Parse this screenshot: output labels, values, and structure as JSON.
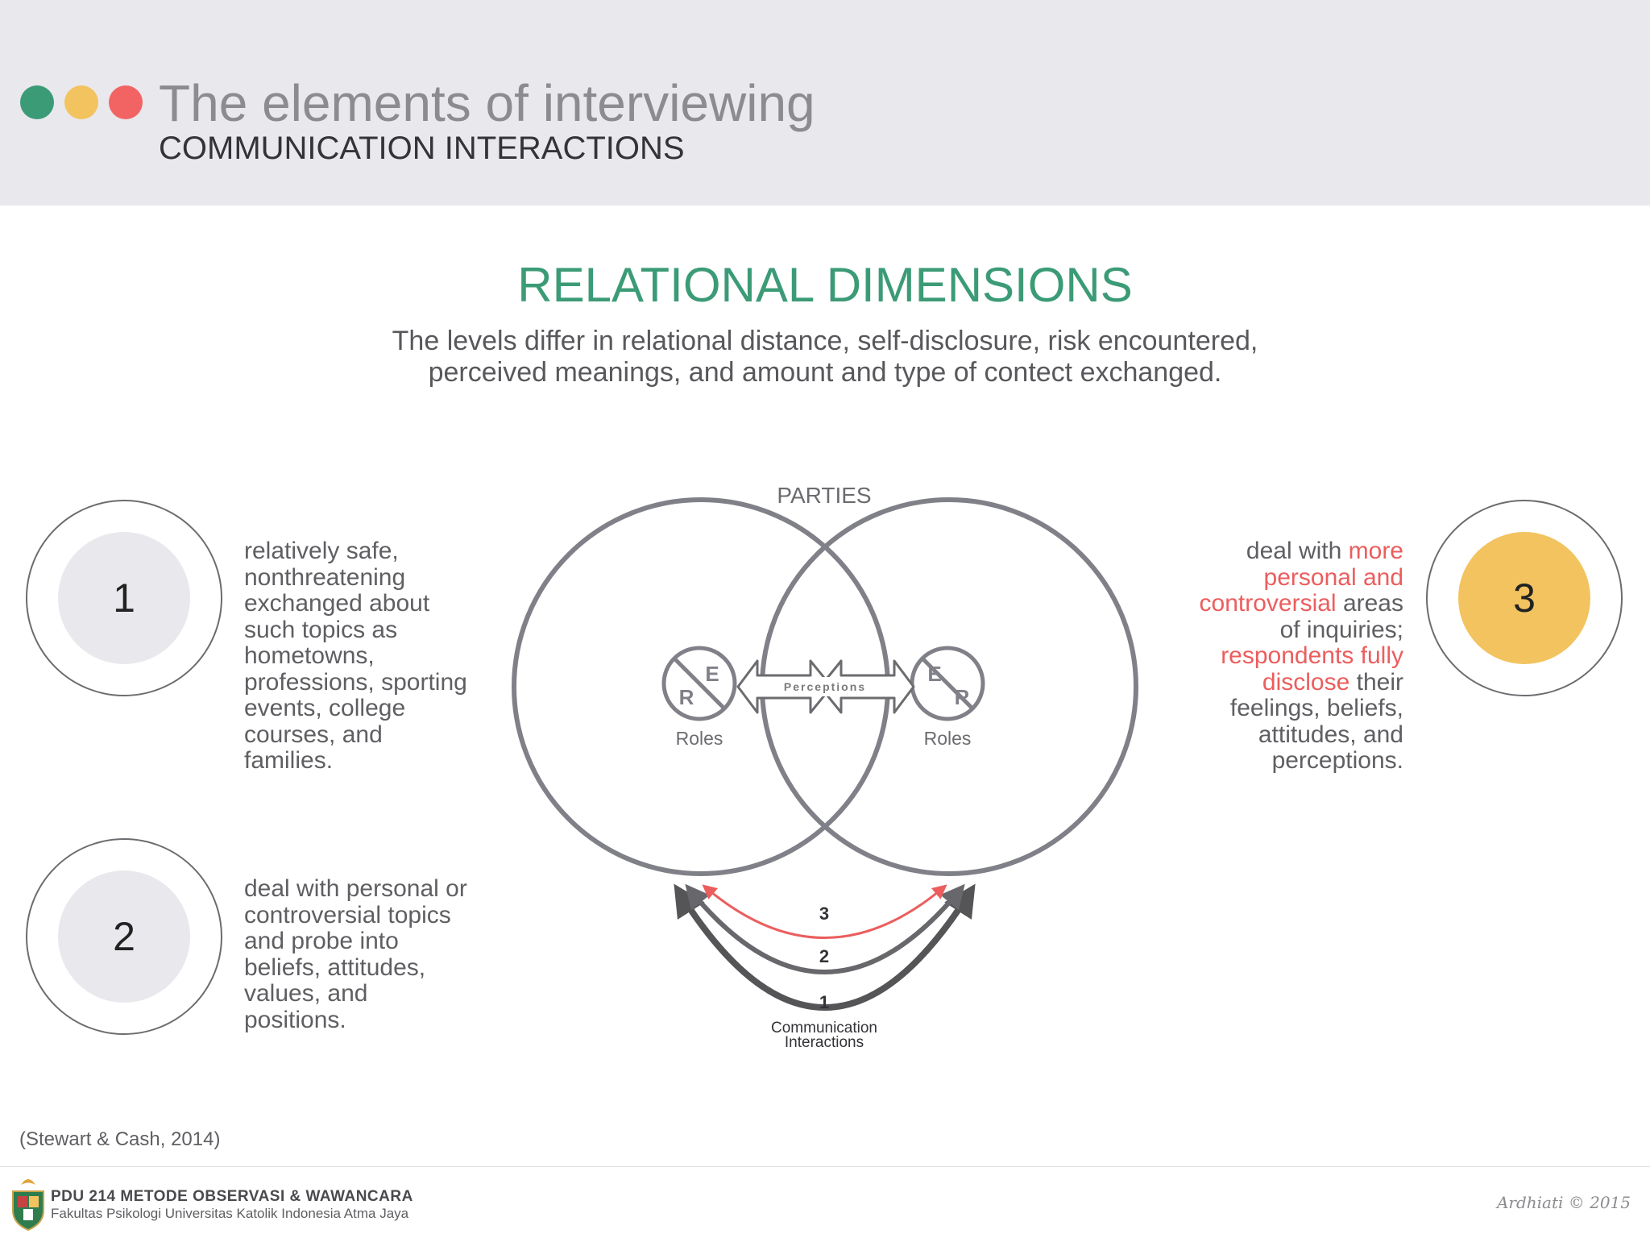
{
  "header": {
    "title": "The elements of interviewing",
    "subtitle": "COMMUNICATION INTERACTIONS",
    "dot_colors": [
      "#3c9b77",
      "#f2c35f",
      "#f26464"
    ]
  },
  "main": {
    "section_title": "RELATIONAL DIMENSIONS",
    "intro_line1": "The levels differ in relational distance, self-disclosure, risk encountered,",
    "intro_line2": "perceived meanings, and amount and type of contect exchanged."
  },
  "levels": [
    {
      "number": "1",
      "lines": [
        "relatively safe,",
        "nonthreatening",
        "exchanged about",
        "such topics as",
        "hometowns,",
        "professions, sporting",
        "events, college",
        "courses, and",
        "families."
      ]
    },
    {
      "number": "2",
      "lines": [
        "deal with personal or",
        "controversial topics",
        "and probe into",
        "beliefs, attitudes,",
        "values, and",
        "positions."
      ]
    },
    {
      "number": "3",
      "lines": [
        [
          {
            "t": "deal with ",
            "hl": false
          },
          {
            "t": "more",
            "hl": true
          }
        ],
        [
          {
            "t": "personal and",
            "hl": true
          }
        ],
        [
          {
            "t": "controversial",
            "hl": true
          },
          {
            "t": " areas",
            "hl": false
          }
        ],
        [
          {
            "t": "of inquiries;",
            "hl": false
          }
        ],
        [
          {
            "t": "respondents fully",
            "hl": true
          }
        ],
        [
          {
            "t": "disclose",
            "hl": true
          },
          {
            "t": " their",
            "hl": false
          }
        ],
        [
          {
            "t": "feelings, beliefs,",
            "hl": false
          }
        ],
        [
          {
            "t": "attitudes, and",
            "hl": false
          }
        ],
        [
          {
            "t": "perceptions.",
            "hl": false
          }
        ]
      ]
    }
  ],
  "diagram": {
    "parties_label": "PARTIES",
    "perceptions_label": "Perceptions",
    "roles_left": "Roles",
    "roles_right": "Roles",
    "role_letter_e": "E",
    "role_letter_r": "R",
    "arc_labels": [
      "3",
      "2",
      "1"
    ],
    "comm_line1": "Communication",
    "comm_line2": "Interactions",
    "highlight_color": "#ec5d5d"
  },
  "citation": "(Stewart & Cash, 2014)",
  "footer": {
    "course": "PDU 214 METODE OBSERVASI & WAWANCARA",
    "faculty": "Fakultas Psikologi Universitas Katolik Indonesia Atma Jaya",
    "signature": "Ardhiati © 2015"
  }
}
